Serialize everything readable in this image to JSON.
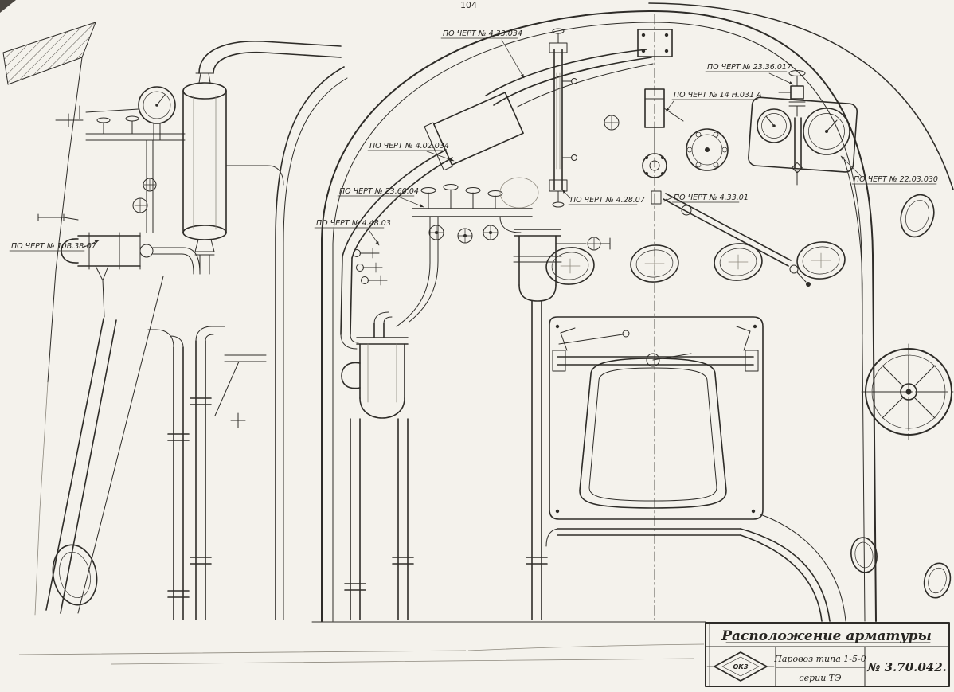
{
  "colors": {
    "paper": "#f4f2ec",
    "ink": "#2e2c28",
    "faded": "#8d887d"
  },
  "page": {
    "number": "104"
  },
  "callouts": [
    {
      "label": "ПО ЧЕРТ № 4.33.034"
    },
    {
      "label": "ПО ЧЕРТ № 23.36.017"
    },
    {
      "label": "ПО ЧЕРТ № 14 Н.031 А"
    },
    {
      "label": "ПО ЧЕРТ № 4.02.034"
    },
    {
      "label": "ПО ЧЕРТ № 23.60.04"
    },
    {
      "label": "ПО ЧЕРТ № 4.48.03"
    },
    {
      "label": "ПО ЧЕРТ № 4.28.07"
    },
    {
      "label": "ПО ЧЕРТ № 4.33.01"
    },
    {
      "label": "ПО ЧЕРТ № 22.03.030"
    },
    {
      "label": "ПО ЧЕРТ № 10В.38-07"
    }
  ],
  "title_block": {
    "title": "Расположение арматуры",
    "logo_text": "ОКЗ",
    "loco_line1": "Паровоз типа 1-5-0",
    "loco_line2": "серии ТЭ",
    "drawing_number": "№ 3.70.042."
  }
}
